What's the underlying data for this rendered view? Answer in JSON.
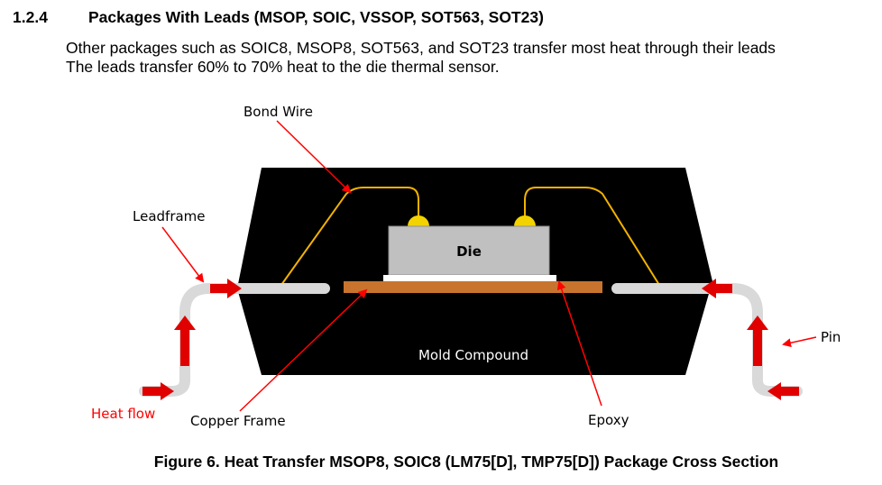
{
  "section": {
    "number": "1.2.4",
    "title": "Packages With Leads (MSOP, SOIC, VSSOP, SOT563, SOT23)"
  },
  "paragraph": {
    "line1": "Other packages such as SOIC8, MSOP8, SOT563, and SOT23 transfer most heat through their leads",
    "line2": "The leads transfer 60% to 70% heat to the die thermal sensor."
  },
  "figure": {
    "labels": {
      "bond_wire": "Bond Wire",
      "leadframe": "Leadframe",
      "die": "Die",
      "mold_compound": "Mold Compound",
      "heat_flow": "Heat flow",
      "copper_frame": "Copper Frame",
      "epoxy": "Epoxy",
      "pin": "Pin"
    },
    "colors": {
      "package_body": "#000000",
      "die_fill": "#c0c0c0",
      "copper_frame": "#c8742e",
      "bond_wire": "#f2b200",
      "lead": "#d9d9d9",
      "callout_arrow": "#ff0000",
      "heat_arrow": "#e00000",
      "heat_flow_text": "#ff0000"
    },
    "caption": "Figure 6. Heat Transfer MSOP8, SOIC8 (LM75[D], TMP75[D]) Package Cross Section"
  }
}
